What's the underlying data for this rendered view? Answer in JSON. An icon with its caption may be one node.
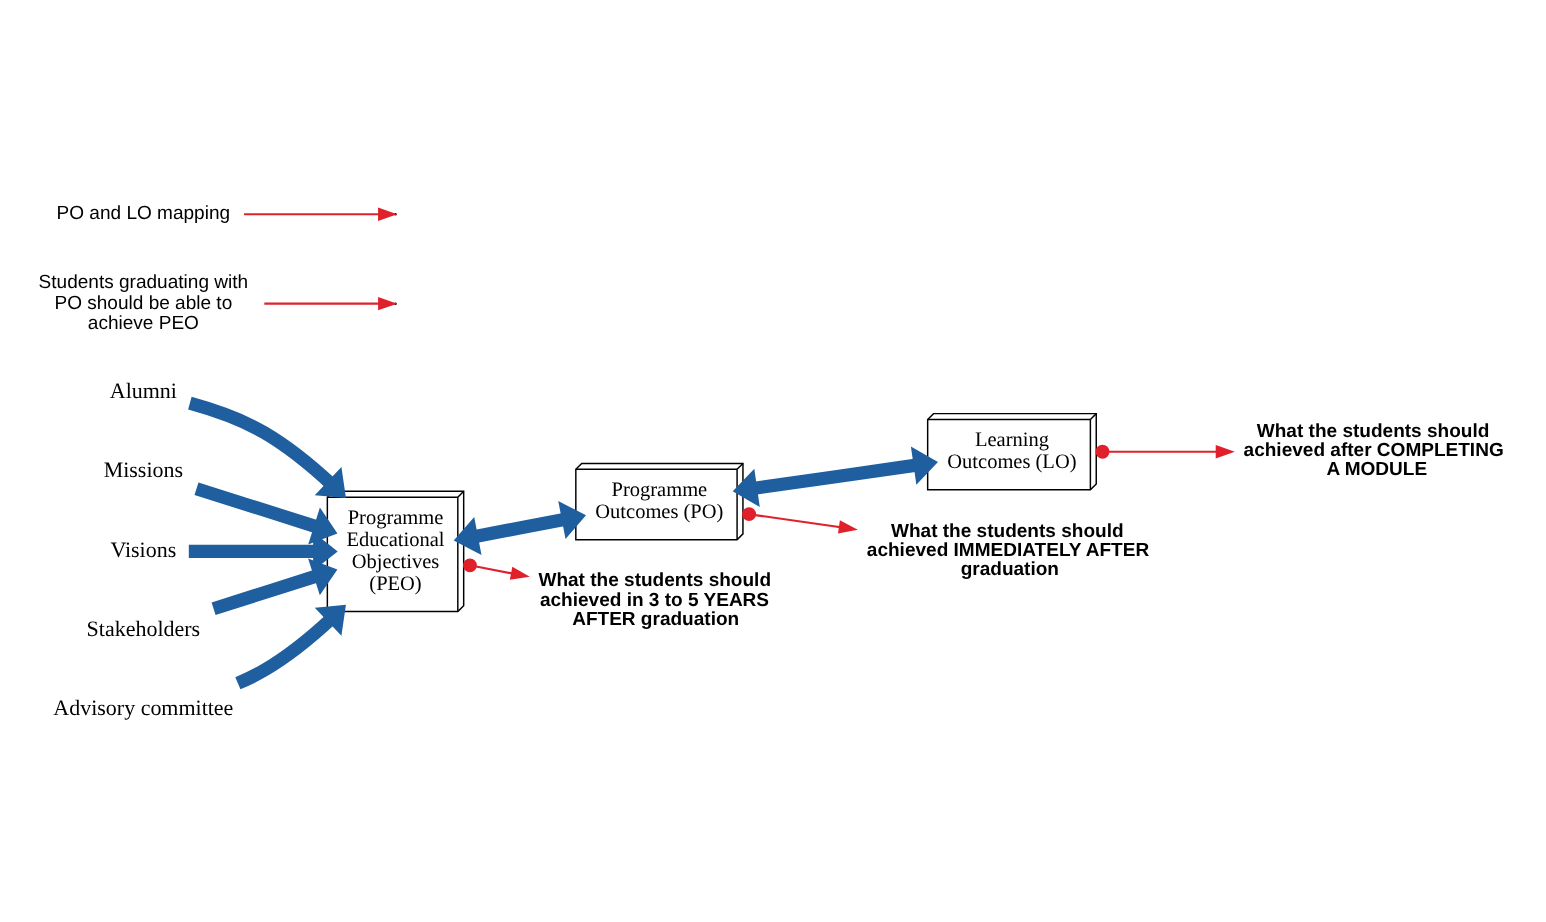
{
  "diagram": {
    "nodes": [
      {
        "text": [
          "Alumni"
        ]
      },
      {
        "text": [
          "Missions"
        ]
      },
      {
        "text": [
          "Visions"
        ]
      },
      {
        "text": [
          "Stakeholders"
        ]
      },
      {
        "text": [
          "Advisory committee"
        ]
      },
      {
        "text": [
          "Programme Educational Objectives (PEO)"
        ]
      },
      {
        "text": [
          "Programme Outcomes (PO)"
        ]
      },
      {
        "text": [
          "Learning Outcomes (LO)"
        ]
      },
      {
        "text": [
          "Students graduating with PO should be able to achieve PEO"
        ]
      },
      {
        "text": [
          "PO and LO mapping"
        ]
      },
      {
        "text": [
          "What the students should achieved in 3 to 5 YEARS AFTER graduation"
        ]
      },
      {
        "text": [
          "What the students should achieved IMMEDIATELY AFTER graduation"
        ]
      },
      {
        "text": [
          "What the students should achieved after COMPLETING A MODULE"
        ]
      }
    ],
    "edges": [
      {
        "from": 0,
        "to": 5,
        "arrow": "to"
      },
      {
        "from": 1,
        "to": 5,
        "arrow": "to"
      },
      {
        "from": 2,
        "to": 5,
        "arrow": "to"
      },
      {
        "from": 3,
        "to": 5,
        "arrow": "to"
      },
      {
        "from": 4,
        "to": 5,
        "arrow": "to"
      },
      {
        "from": 5,
        "to": 6,
        "arrow": "both"
      },
      {
        "from": 6,
        "to": 7,
        "arrow": "both"
      },
      {
        "from": 8,
        "to": null,
        "arrow": "to",
        "color": "#e0202a"
      },
      {
        "from": 9,
        "to": null,
        "arrow": "to",
        "color": "#e0202a"
      },
      {
        "from": 5,
        "to": 10,
        "arrow": "to",
        "color": "#e0202a"
      },
      {
        "from": 6,
        "to": 11,
        "arrow": "to",
        "color": "#e0202a"
      },
      {
        "from": 7,
        "to": 12,
        "arrow": "to",
        "color": "#e0202a"
      }
    ]
  }
}
